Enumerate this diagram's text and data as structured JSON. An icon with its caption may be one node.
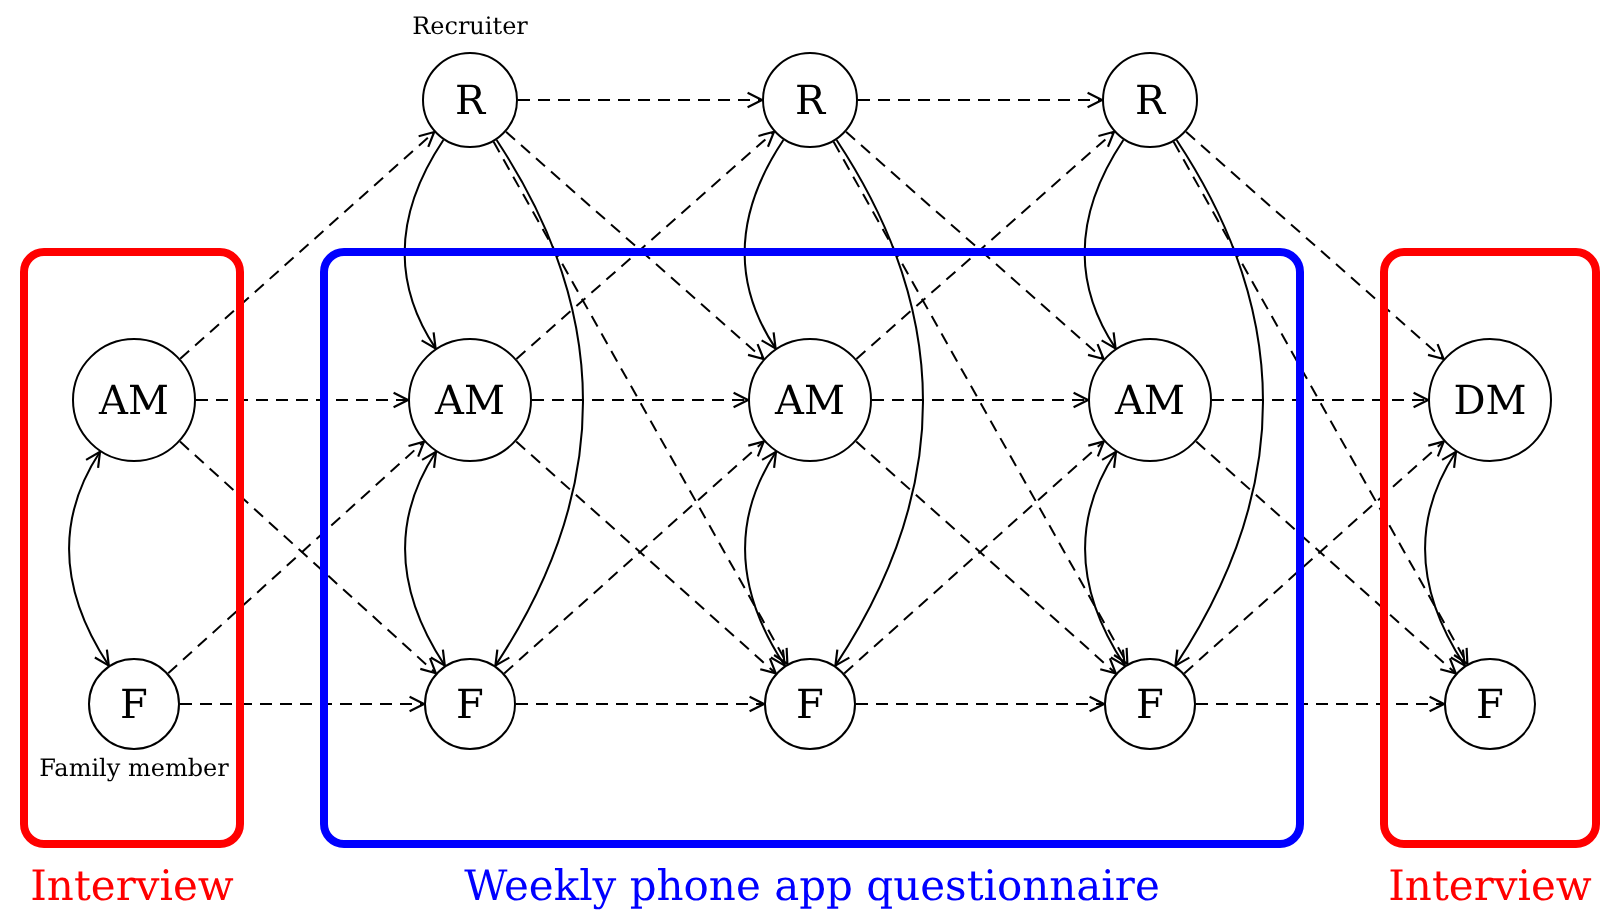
{
  "diagram": {
    "nodes": [
      {
        "text": [
          "Interview"
        ]
      },
      {
        "text": [
          "AM"
        ],
        "in": 0
      },
      {
        "text": [
          "F"
        ],
        "in": 0,
        "beside": [
          "Family member"
        ]
      },
      {
        "text": [
          "R"
        ],
        "beside": [
          "Recruiter"
        ]
      },
      {
        "text": [
          "Weekly phone app questionnaire"
        ]
      },
      {
        "text": [
          "AM"
        ],
        "in": 4
      },
      {
        "text": [
          "F"
        ],
        "in": 4
      },
      {
        "text": [
          "R"
        ]
      },
      {
        "text": [
          "AM"
        ],
        "in": 4
      },
      {
        "text": [
          "F"
        ],
        "in": 4
      },
      {
        "text": [
          "R"
        ]
      },
      {
        "text": [
          "AM"
        ],
        "in": 4
      },
      {
        "text": [
          "F"
        ],
        "in": 4
      },
      {
        "text": [
          "Interview"
        ]
      },
      {
        "text": [
          "DM"
        ],
        "in": 13
      },
      {
        "text": [
          "F"
        ],
        "in": 13
      }
    ],
    "edges": [
      {
        "from": 1,
        "to": 2,
        "arrow": "both"
      },
      {
        "from": 3,
        "to": 5,
        "arrow": "to"
      },
      {
        "from": 3,
        "to": 6,
        "arrow": "to"
      },
      {
        "from": 5,
        "to": 6,
        "arrow": "both"
      },
      {
        "from": 7,
        "to": 8,
        "arrow": "to"
      },
      {
        "from": 7,
        "to": 9,
        "arrow": "to"
      },
      {
        "from": 8,
        "to": 9,
        "arrow": "both"
      },
      {
        "from": 10,
        "to": 11,
        "arrow": "to"
      },
      {
        "from": 10,
        "to": 12,
        "arrow": "to"
      },
      {
        "from": 11,
        "to": 12,
        "arrow": "both"
      },
      {
        "from": 14,
        "to": 15,
        "arrow": "both"
      },
      {
        "from": 1,
        "to": 3,
        "arrow": "to",
        "style": "dashed"
      },
      {
        "from": 1,
        "to": 5,
        "arrow": "to",
        "style": "dashed"
      },
      {
        "from": 1,
        "to": 6,
        "arrow": "to",
        "style": "dashed"
      },
      {
        "from": 2,
        "to": 5,
        "arrow": "to",
        "style": "dashed"
      },
      {
        "from": 2,
        "to": 6,
        "arrow": "to",
        "style": "dashed"
      },
      {
        "from": 3,
        "to": 7,
        "arrow": "to",
        "style": "dashed"
      },
      {
        "from": 3,
        "to": 8,
        "arrow": "to",
        "style": "dashed"
      },
      {
        "from": 3,
        "to": 9,
        "arrow": "to",
        "style": "dashed"
      },
      {
        "from": 5,
        "to": 7,
        "arrow": "to",
        "style": "dashed"
      },
      {
        "from": 5,
        "to": 8,
        "arrow": "to",
        "style": "dashed"
      },
      {
        "from": 5,
        "to": 9,
        "arrow": "to",
        "style": "dashed"
      },
      {
        "from": 6,
        "to": 8,
        "arrow": "to",
        "style": "dashed"
      },
      {
        "from": 6,
        "to": 9,
        "arrow": "to",
        "style": "dashed"
      },
      {
        "from": 7,
        "to": 10,
        "arrow": "to",
        "style": "dashed"
      },
      {
        "from": 7,
        "to": 11,
        "arrow": "to",
        "style": "dashed"
      },
      {
        "from": 7,
        "to": 12,
        "arrow": "to",
        "style": "dashed"
      },
      {
        "from": 8,
        "to": 10,
        "arrow": "to",
        "style": "dashed"
      },
      {
        "from": 8,
        "to": 11,
        "arrow": "to",
        "style": "dashed"
      },
      {
        "from": 8,
        "to": 12,
        "arrow": "to",
        "style": "dashed"
      },
      {
        "from": 9,
        "to": 11,
        "arrow": "to",
        "style": "dashed"
      },
      {
        "from": 9,
        "to": 12,
        "arrow": "to",
        "style": "dashed"
      },
      {
        "from": 10,
        "to": 14,
        "arrow": "to",
        "style": "dashed"
      },
      {
        "from": 10,
        "to": 15,
        "arrow": "to",
        "style": "dashed"
      },
      {
        "from": 11,
        "to": 14,
        "arrow": "to",
        "style": "dashed"
      },
      {
        "from": 11,
        "to": 15,
        "arrow": "to",
        "style": "dashed"
      },
      {
        "from": 12,
        "to": 14,
        "arrow": "to",
        "style": "dashed"
      },
      {
        "from": 12,
        "to": 15,
        "arrow": "to",
        "style": "dashed"
      }
    ]
  }
}
